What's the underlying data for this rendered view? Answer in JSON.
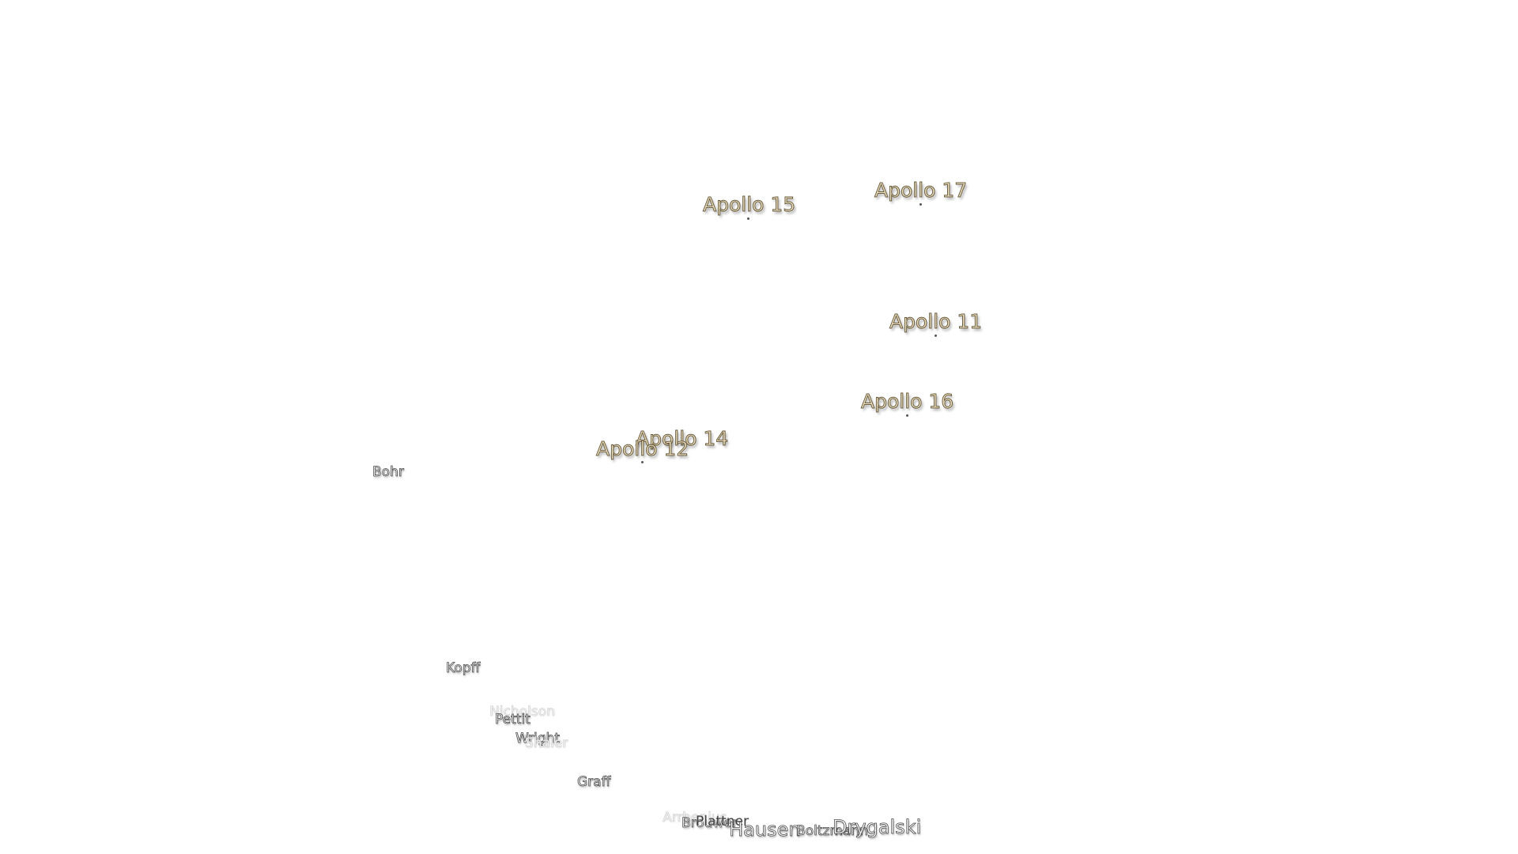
{
  "apollo_sites": [
    {
      "id": "a15",
      "label": "Apollo 15"
    },
    {
      "id": "a17",
      "label": "Apollo 17"
    },
    {
      "id": "a11",
      "label": "Apollo 11"
    },
    {
      "id": "a16",
      "label": "Apollo 16"
    },
    {
      "id": "a14",
      "label": "Apollo 14"
    },
    {
      "id": "a12",
      "label": "Apollo 12"
    }
  ],
  "craters": [
    {
      "id": "bohr",
      "label": "Bohr"
    },
    {
      "id": "kopff",
      "label": "Kopff"
    },
    {
      "id": "nicholson",
      "label": "Nicholson"
    },
    {
      "id": "pettit",
      "label": "Pettit"
    },
    {
      "id": "wright",
      "label": "Wright"
    },
    {
      "id": "shaler",
      "label": "Shaler"
    },
    {
      "id": "graff",
      "label": "Graff"
    },
    {
      "id": "arrhenius",
      "label": "Arrhenius"
    },
    {
      "id": "brouwer",
      "label": "Brouwer"
    },
    {
      "id": "plantier",
      "label": "Plattner"
    },
    {
      "id": "hausen",
      "label": "Hausen"
    },
    {
      "id": "boltzmann",
      "label": "Boltzmann"
    },
    {
      "id": "drygalski",
      "label": "Drygalski"
    }
  ],
  "colors": {
    "apollo_fill": "#efe0bf",
    "apollo_outline": "#6b6043",
    "crater_fill": "#ffffff",
    "crater_outline": "#4d4d4d",
    "background": "#ffffff"
  }
}
